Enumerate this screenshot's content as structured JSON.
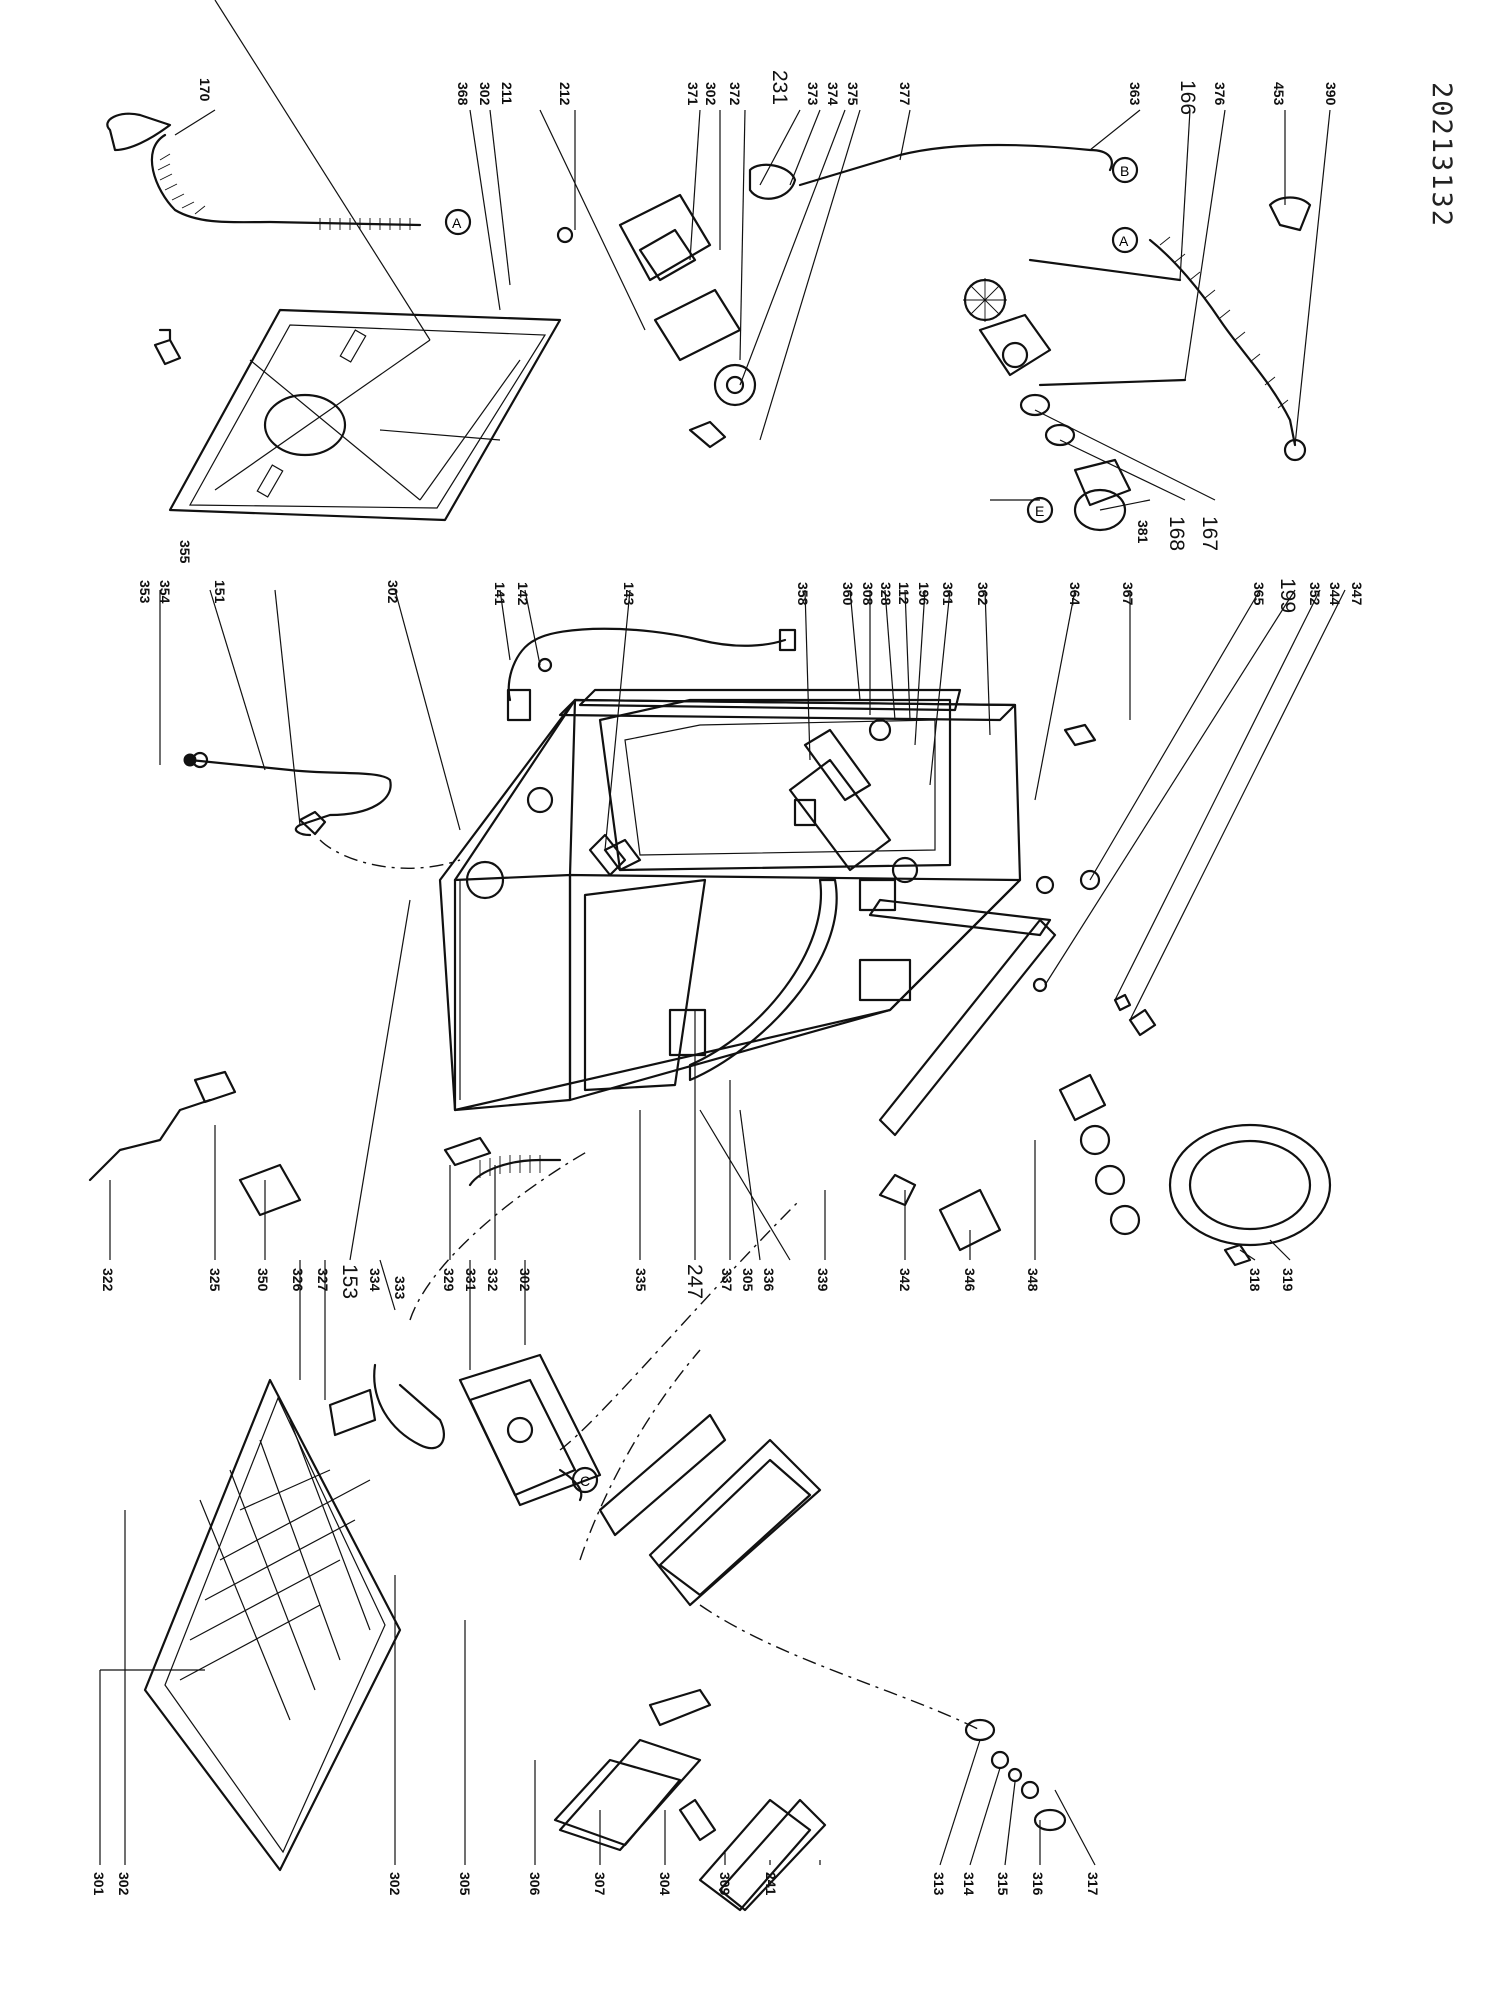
{
  "document": {
    "number": "20213132"
  },
  "callouts": [
    "301",
    "302",
    "170",
    "368",
    "302",
    "211",
    "212",
    "371",
    "302",
    "372",
    "231",
    "373",
    "374",
    "375",
    "377",
    "363",
    "166",
    "376",
    "453",
    "390",
    "353",
    "354",
    "151",
    "355",
    "302",
    "141",
    "142",
    "143",
    "358",
    "360",
    "308",
    "328",
    "112",
    "196",
    "361",
    "362",
    "364",
    "367",
    "365",
    "199",
    "352",
    "344",
    "347",
    "381",
    "168",
    "167",
    "322",
    "325",
    "350",
    "326",
    "327",
    "153",
    "334",
    "333",
    "329",
    "331",
    "332",
    "302",
    "335",
    "247",
    "337",
    "305",
    "336",
    "339",
    "342",
    "346",
    "348",
    "318",
    "319",
    "302",
    "305",
    "306",
    "307",
    "304",
    "309",
    "241",
    "313",
    "314",
    "315",
    "316",
    "317"
  ],
  "markers": [
    "A",
    "A",
    "B",
    "C",
    "E"
  ]
}
